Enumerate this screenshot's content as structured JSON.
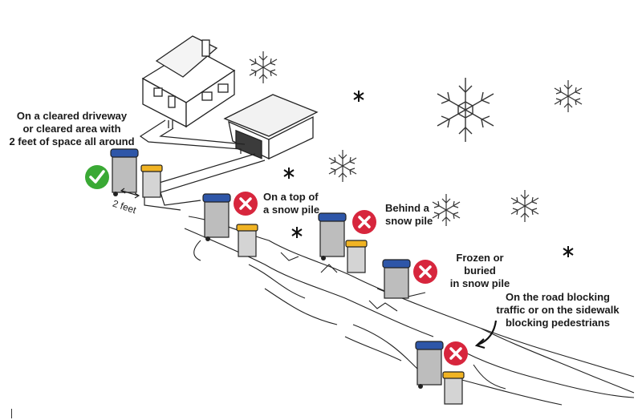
{
  "labels": {
    "correct": "On a cleared driveway\nor cleared area with\n2 feet of space all around",
    "distance": "2 feet",
    "wrong_top_of_pile": "On a top of\na snow pile",
    "wrong_behind_pile": "Behind a\nsnow pile",
    "wrong_frozen": "Frozen or buried\nin snow pile",
    "wrong_road": "On the road blocking\ntraffic or on the sidewalk\nblocking pedestrians"
  },
  "colors": {
    "check": "#3aa935",
    "cross": "#d7263d",
    "garbage_lid": "#2e56a8",
    "recycle_lid": "#f0b323",
    "bin_body": "#bdbdbd",
    "ink": "#222222"
  },
  "icons": {
    "correct": "check-icon",
    "wrong": "x-icon",
    "snowflake": "snowflake-icon"
  }
}
